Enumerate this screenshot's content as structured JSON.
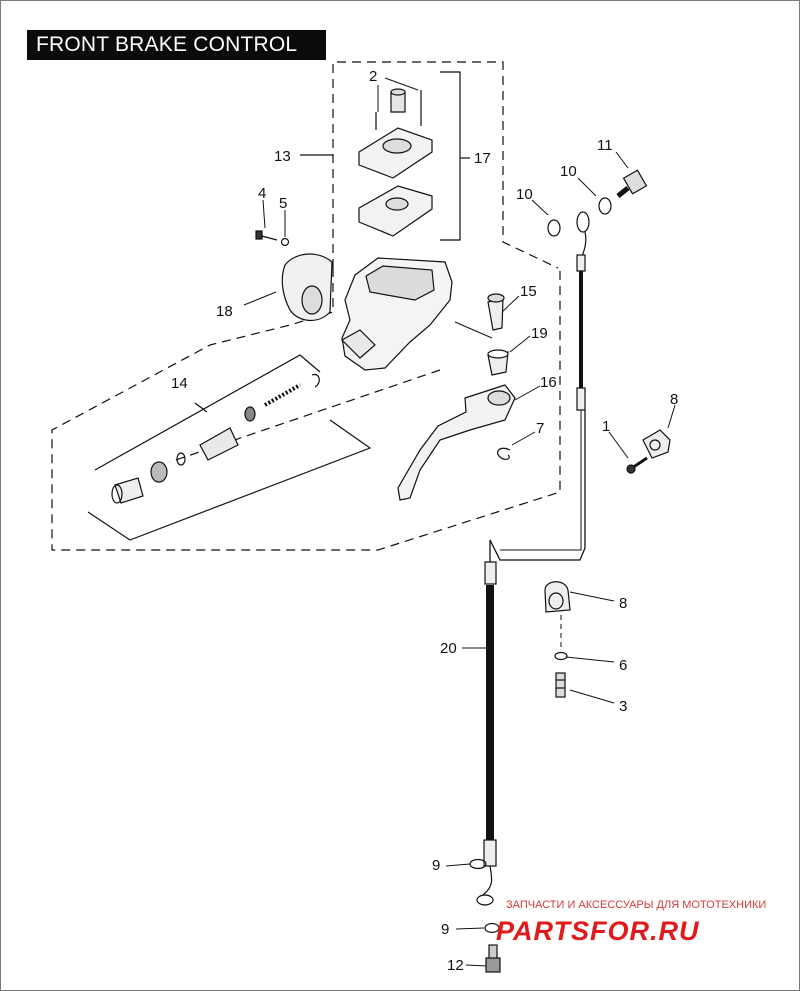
{
  "title": "FRONT BRAKE CONTROL",
  "callouts": {
    "c1": "1",
    "c2": "2",
    "c3": "3",
    "c4": "4",
    "c5": "5",
    "c6": "6",
    "c7": "7",
    "c8a": "8",
    "c8b": "8",
    "c9a": "9",
    "c9b": "9",
    "c10a": "10",
    "c10b": "10",
    "c11": "11",
    "c12": "12",
    "c13": "13",
    "c14": "14",
    "c15": "15",
    "c16": "16",
    "c17": "17",
    "c18": "18",
    "c19": "19",
    "c20": "20"
  },
  "watermark": {
    "tagline": "ЗАПЧАСТИ И АКСЕССУАРЫ ДЛЯ МОТОТЕХНИКИ",
    "brand": "PARTSFOR.RU",
    "brand_color": "#e11b1b"
  }
}
